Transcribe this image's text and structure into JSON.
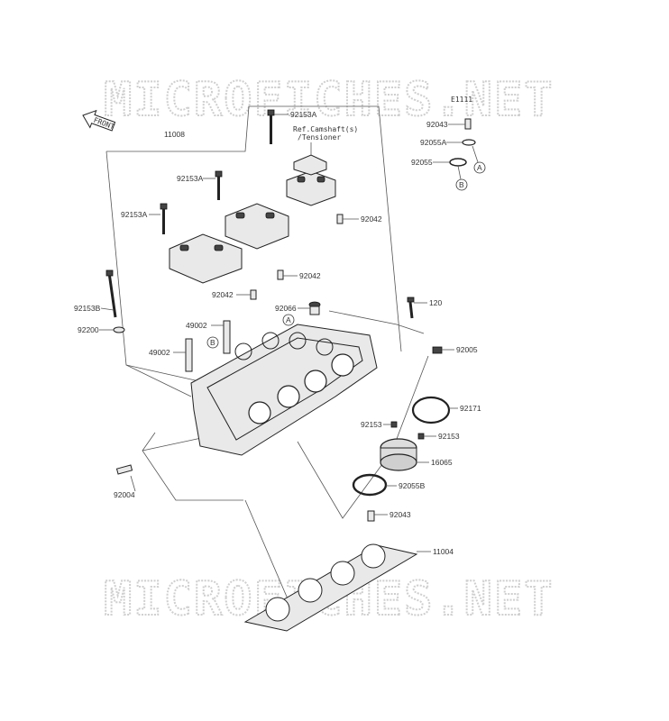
{
  "watermark": "MICROFICHES.NET",
  "diagram_code": "E1111",
  "front_label": "FRONT",
  "ref_note": {
    "line1": "Ref.Camshaft(s)",
    "line2": "/Tensioner"
  },
  "callouts": {
    "A": "A",
    "B": "B"
  },
  "parts": {
    "p11008": "11008",
    "p92153A_top": "92153A",
    "p92153A_mid": "92153A",
    "p92153A_left": "92153A",
    "p92042_top": "92042",
    "p92042_mid": "92042",
    "p92042_low": "92042",
    "p92153B": "92153B",
    "p92200": "92200",
    "p49002_a": "49002",
    "p49002_b": "49002",
    "p92066": "92066",
    "p120": "120",
    "p92005": "92005",
    "p92043_top": "92043",
    "p92055A": "92055A",
    "p92055": "92055",
    "p92171": "92171",
    "p92153_l": "92153",
    "p92153_r": "92153",
    "p16065": "16065",
    "p92055B": "92055B",
    "p92043_low": "92043",
    "p11004": "11004",
    "p92004": "92004"
  }
}
